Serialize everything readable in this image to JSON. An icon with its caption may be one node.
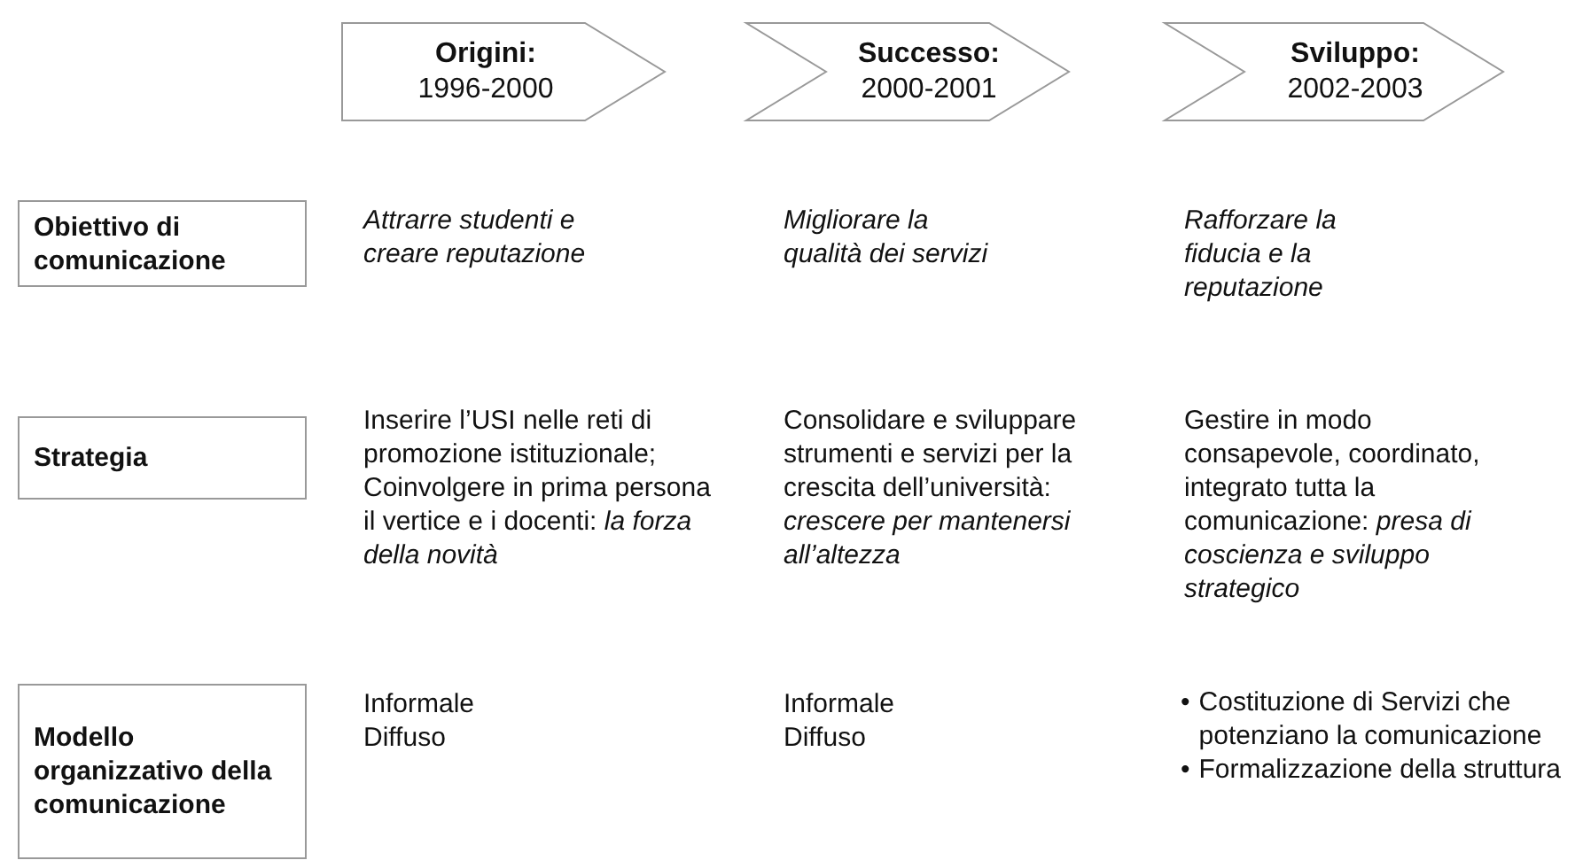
{
  "diagram": {
    "nodes": [
      {
        "text": [
          "Origini:",
          "1996-2000"
        ]
      },
      {
        "text": [
          "Successo:",
          "2000-2001"
        ]
      },
      {
        "text": [
          "Sviluppo:",
          "2002-2003"
        ]
      },
      {
        "text": [
          "Obiettivo di comunicazione"
        ]
      },
      {
        "text": [
          "Strategia"
        ]
      },
      {
        "text": [
          "Modello organizzativo della comunicazione"
        ]
      }
    ],
    "edges": [],
    "labels": [
      "Attrarre studenti e creare reputazione",
      "Migliorare la qualità dei servizi",
      "Rafforzare la fiducia e la reputazione",
      "Inserire l’USI nelle reti di promozione istituzionale; Coinvolgere in prima persona il vertice e i docenti: *la forza della novità*",
      "Consolidare e sviluppare strumenti e servizi per la crescita dell’università: *crescere per mantenersi all’altezza*",
      "Gestire in modo consapevole, coordinato, integrato tutta la comunicazione: *presa di coscienza e sviluppo strategico*",
      "Informale",
      "Diffuso",
      "Informale",
      "Diffuso",
      "•",
      "Costituzione di Servizi che potenziano la comunicazione",
      "•",
      "Formalizzazione della struttura"
    ]
  }
}
